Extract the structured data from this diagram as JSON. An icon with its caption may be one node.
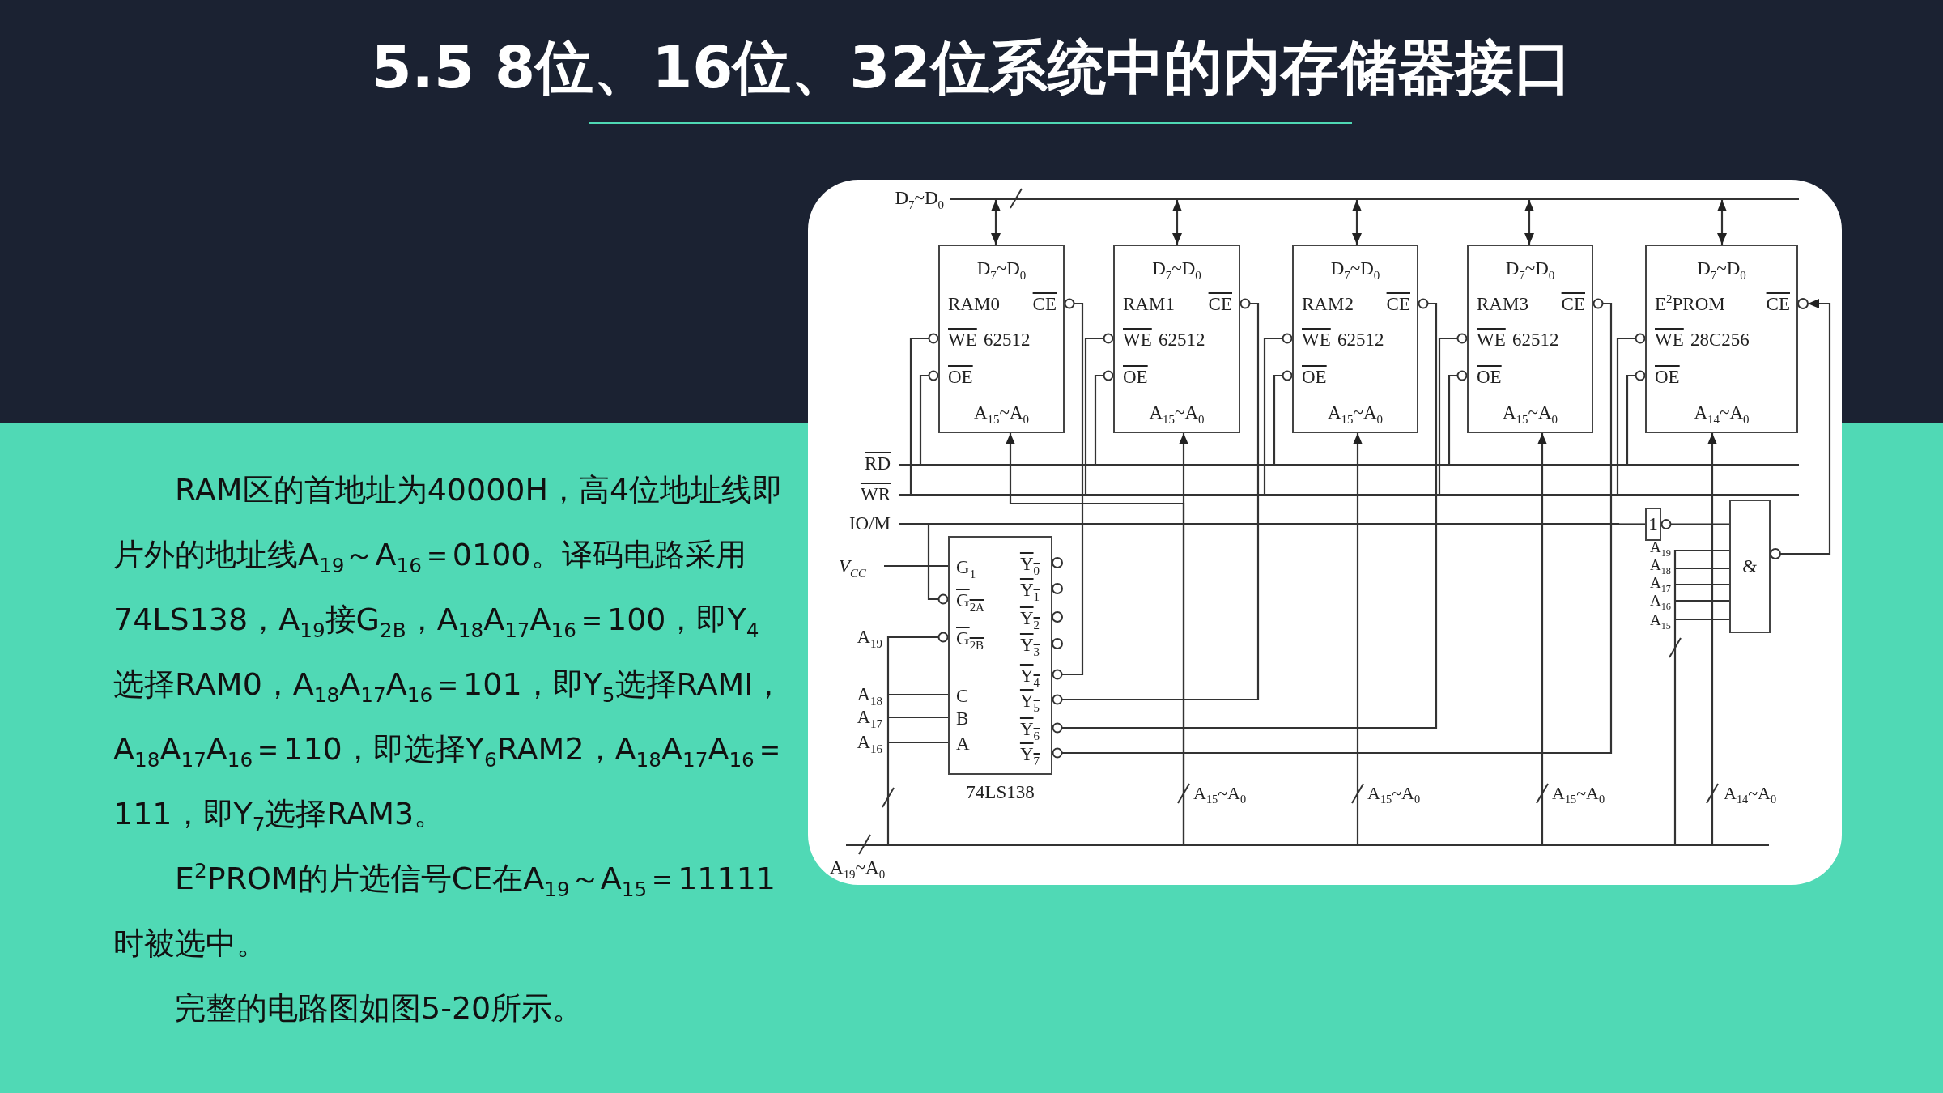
{
  "diagram": {
    "title": "5.5 8位、16位、32位系统中的内存储器接口",
    "nodes": [
      {
        "text": [],
        "shape": "bar",
        "beside": [
          "D$_{7}$~D$_{0}$"
        ]
      },
      {
        "text": [
          "D$_{7}$~D$_{0}$",
          "RAM0",
          "CE",
          "WE",
          "62512",
          "OE",
          "A$_{15}$~A$_{0}$"
        ]
      },
      {
        "text": [
          "D$_{7}$~D$_{0}$",
          "RAM1",
          "CE",
          "WE",
          "62512",
          "OE",
          "A$_{15}$~A$_{0}$"
        ]
      },
      {
        "text": [
          "D$_{7}$~D$_{0}$",
          "RAM2",
          "CE",
          "WE",
          "62512",
          "OE",
          "A$_{15}$~A$_{0}$"
        ]
      },
      {
        "text": [
          "D$_{7}$~D$_{0}$",
          "RAM3",
          "CE",
          "WE",
          "62512",
          "OE",
          "A$_{15}$~A$_{0}$"
        ]
      },
      {
        "text": [
          "D$_{7}$~D$_{0}$",
          "E$^{2}$PROM",
          "CE",
          "WE",
          "28C256",
          "OE",
          "A$_{14}$~A$_{0}$"
        ]
      },
      {
        "text": [],
        "shape": "bar",
        "beside": [
          "RD"
        ]
      },
      {
        "text": [],
        "shape": "bar",
        "beside": [
          "WR"
        ]
      },
      {
        "text": [],
        "shape": "bar",
        "beside": [
          "IO/M"
        ]
      },
      {
        "text": [
          "V$_{CC}$"
        ]
      },
      {
        "text": [
          "G$_{1}$",
          "G$_{2A}$",
          "G$_{2B}$",
          "C",
          "B",
          "A",
          "Y$_{0}$",
          "Y$_{1}$",
          "Y$_{2}$",
          "Y$_{3}$",
          "Y$_{4}$",
          "Y$_{5}$",
          "Y$_{6}$",
          "Y$_{7}$"
        ],
        "beside": [
          "74LS138"
        ]
      },
      {
        "text": [
          "1"
        ]
      },
      {
        "text": [
          "&"
        ]
      },
      {
        "text": [],
        "shape": "bar",
        "beside": [
          "A$_{19}$~A$_{0}$"
        ]
      }
    ],
    "edges": [
      {
        "from": 0,
        "to": 1,
        "arrow": "both"
      },
      {
        "from": 0,
        "to": 2,
        "arrow": "both"
      },
      {
        "from": 0,
        "to": 3,
        "arrow": "both"
      },
      {
        "from": 0,
        "to": 4,
        "arrow": "both"
      },
      {
        "from": 0,
        "to": 5,
        "arrow": "both"
      },
      {
        "from": 6,
        "to": 1,
        "arrow": "other"
      },
      {
        "from": 6,
        "to": 2,
        "arrow": "other"
      },
      {
        "from": 6,
        "to": 3,
        "arrow": "other"
      },
      {
        "from": 6,
        "to": 4,
        "arrow": "other"
      },
      {
        "from": 6,
        "to": 5,
        "arrow": "other"
      },
      {
        "from": 7,
        "to": 1,
        "arrow": "other"
      },
      {
        "from": 7,
        "to": 2,
        "arrow": "other"
      },
      {
        "from": 7,
        "to": 3,
        "arrow": "other"
      },
      {
        "from": 7,
        "to": 4,
        "arrow": "other"
      },
      {
        "from": 7,
        "to": 5,
        "arrow": "other"
      },
      {
        "from": 8,
        "to": 10,
        "arrow": "other"
      },
      {
        "from": 8,
        "to": 11,
        "arrow": "none"
      },
      {
        "from": 9,
        "to": 10,
        "arrow": "none"
      },
      {
        "from": 13,
        "to": 10,
        "arrow": "other"
      },
      {
        "from": 10,
        "to": 1,
        "arrow": "other"
      },
      {
        "from": 10,
        "to": 2,
        "arrow": "other"
      },
      {
        "from": 10,
        "to": 3,
        "arrow": "other"
      },
      {
        "from": 10,
        "to": 4,
        "arrow": "other"
      },
      {
        "from": 13,
        "to": 1,
        "arrow": "to"
      },
      {
        "from": 13,
        "to": 2,
        "arrow": "to",
        "label": "A$_{15}$~A$_{0}$"
      },
      {
        "from": 13,
        "to": 3,
        "arrow": "to",
        "label": "A$_{15}$~A$_{0}$"
      },
      {
        "from": 13,
        "to": 4,
        "arrow": "to",
        "label": "A$_{15}$~A$_{0}$"
      },
      {
        "from": 13,
        "to": 5,
        "arrow": "to",
        "label": "A$_{14}$~A$_{0}$"
      },
      {
        "from": 13,
        "to": 12,
        "arrow": "none"
      },
      {
        "from": 11,
        "to": 12,
        "arrow": "other"
      },
      {
        "from": 12,
        "to": 5,
        "arrow": "to"
      }
    ],
    "labels": [
      "RAM区的首地址为40000H，高4位地址线即片外的地址线A$_{19}$～A$_{16}$＝0100。译码电路采用74LS138，A$_{19}$接G$_{2B}$，A$_{18}$A$_{17}$A$_{16}$＝100，即Y$_{4}$选择RAM0，A$_{18}$A$_{17}$A$_{16}$＝101，即Y$_{5}$选择RAMI， A$_{18}$A$_{17}$A$_{16}$＝110，即选择Y$_{6}$RAM2，A$_{18}$A$_{17}$A$_{16}$＝111，即Y$_{7}$选择RAM3。",
      "E$^{2}$PROM的片选信号CE在A$_{19}$～A$_{15}$＝11111时被选中。",
      "完整的电路图如图5-20所示。",
      "A$_{19}$",
      "A$_{18}$",
      "A$_{17}$",
      "A$_{16}$",
      "A$_{19}$",
      "A$_{18}$",
      "A$_{17}$",
      "A$_{16}$",
      "A$_{15}$"
    ]
  }
}
